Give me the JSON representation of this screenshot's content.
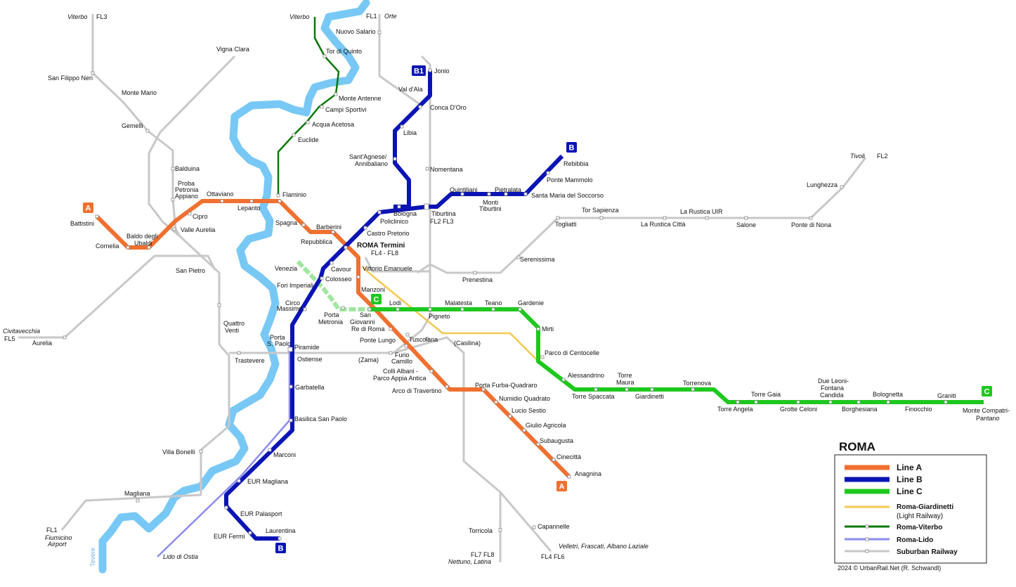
{
  "map": {
    "title": "ROMA",
    "credit": "2024 © UrbanRail.Net (R. Schwandl)",
    "river": "Tevere"
  },
  "legend": {
    "line_a": "Line A",
    "line_b": "Line B",
    "line_c": "Line C",
    "giardinetti": "Roma-Giardinetti",
    "giardinetti_sub": "(Light Railway)",
    "viterbo": "Roma-Viterbo",
    "lido": "Roma-Lido",
    "suburban": "Suburban Railway"
  },
  "colors": {
    "line_a": "#f07030",
    "line_b": "#0a14b4",
    "line_c": "#1ec81e",
    "giardinetti": "#f5c850",
    "viterbo": "#0a780a",
    "lido": "#8c8cf0",
    "suburban": "#c8c8c8",
    "river": "#78c8f5",
    "light_green": "#a0e6a0"
  },
  "badges": {
    "a_west": "A",
    "a_east": "A",
    "b_south": "B",
    "b_north": "B",
    "b1": "B1",
    "c_center": "C",
    "c_east": "C"
  },
  "terminal": {
    "name": "ROMA Termini",
    "sub": "FL4 - FL8"
  },
  "stations": [
    {
      "name": "Battistini"
    },
    {
      "name": "Cornelia"
    },
    {
      "name": "Baldo degli"
    },
    {
      "name": "Ubaldi"
    },
    {
      "name": "Valle Aurelia"
    },
    {
      "name": "Cipro"
    },
    {
      "name": "Ottaviano"
    },
    {
      "name": "Lepanto"
    },
    {
      "name": "Flaminio"
    },
    {
      "name": "Spagna"
    },
    {
      "name": "Barberini"
    },
    {
      "name": "Repubblica"
    },
    {
      "name": "Vittorio Emanuele"
    },
    {
      "name": "Manzoni"
    },
    {
      "name": "San"
    },
    {
      "name": "Giovanni"
    },
    {
      "name": "Re di Roma"
    },
    {
      "name": "Ponte Lungo"
    },
    {
      "name": "Furio"
    },
    {
      "name": "Camillo"
    },
    {
      "name": "Colli Albani -"
    },
    {
      "name": "Parco Appia Antica"
    },
    {
      "name": "Arco di Travertino"
    },
    {
      "name": "Porta Furba-Quadraro"
    },
    {
      "name": "Numidio Quadrato"
    },
    {
      "name": "Lucio Sestio"
    },
    {
      "name": "Giulio Agricola"
    },
    {
      "name": "Subaugusta"
    },
    {
      "name": "Cinecittà"
    },
    {
      "name": "Anagnina"
    },
    {
      "name": "Jonio"
    },
    {
      "name": "Val d'Ala"
    },
    {
      "name": "Conca D'Oro"
    },
    {
      "name": "Libia"
    },
    {
      "name": "Sant'Agnese/"
    },
    {
      "name": "Annibaliano"
    },
    {
      "name": "Nomentana"
    },
    {
      "name": "Bologna"
    },
    {
      "name": "Policlinico"
    },
    {
      "name": "Castro Pretorio"
    },
    {
      "name": "Tiburtina"
    },
    {
      "name": "FL2 FL3"
    },
    {
      "name": "Quintiliani"
    },
    {
      "name": "Monti"
    },
    {
      "name": "Tiburtini"
    },
    {
      "name": "Pietralata"
    },
    {
      "name": "Santa Maria del Soccorso"
    },
    {
      "name": "Ponte Mammolo"
    },
    {
      "name": "Rebibbia"
    },
    {
      "name": "Cavour"
    },
    {
      "name": "Colosseo"
    },
    {
      "name": "Circo"
    },
    {
      "name": "Massimo"
    },
    {
      "name": "Porta"
    },
    {
      "name": "S. Paolo"
    },
    {
      "name": "Piramide"
    },
    {
      "name": "Ostiense"
    },
    {
      "name": "Garbatella"
    },
    {
      "name": "Basilica San Paolo"
    },
    {
      "name": "Marconi"
    },
    {
      "name": "EUR Magliana"
    },
    {
      "name": "EUR Palasport"
    },
    {
      "name": "EUR Fermi"
    },
    {
      "name": "Laurentina"
    },
    {
      "name": "Venezia"
    },
    {
      "name": "Fori Imperiali"
    },
    {
      "name": "Porta"
    },
    {
      "name": "Metronia"
    },
    {
      "name": "Lodi"
    },
    {
      "name": "Pigneto"
    },
    {
      "name": "Malatesta"
    },
    {
      "name": "Teano"
    },
    {
      "name": "Gardenie"
    },
    {
      "name": "Mirti"
    },
    {
      "name": "Parco di Centocelle"
    },
    {
      "name": "Alessandrino"
    },
    {
      "name": "Torre Spaccata"
    },
    {
      "name": "Torre"
    },
    {
      "name": "Maura"
    },
    {
      "name": "Giardinetti"
    },
    {
      "name": "Torrenova"
    },
    {
      "name": "Torre Angela"
    },
    {
      "name": "Torre Gaia"
    },
    {
      "name": "Grotte Celoni"
    },
    {
      "name": "Due Leoni-"
    },
    {
      "name": "Fontana"
    },
    {
      "name": "Candida"
    },
    {
      "name": "Borghesiana"
    },
    {
      "name": "Bolognetta"
    },
    {
      "name": "Finocchio"
    },
    {
      "name": "Graniti"
    },
    {
      "name": "Monte Compatri-"
    },
    {
      "name": "Pantano"
    },
    {
      "name": "Tor di Quinto"
    },
    {
      "name": "Monte Antenne"
    },
    {
      "name": "Campi Sportivi"
    },
    {
      "name": "Acqua Acetosa"
    },
    {
      "name": "Euclide"
    },
    {
      "name": "Nuovo Salario"
    },
    {
      "name": "Monte Mario"
    },
    {
      "name": "Gemelli"
    },
    {
      "name": "Balduina"
    },
    {
      "name": "Proba"
    },
    {
      "name": "Petronia"
    },
    {
      "name": "Appiano"
    },
    {
      "name": "San Filippo Neri"
    },
    {
      "name": "Vigna Clara"
    },
    {
      "name": "San Pietro"
    },
    {
      "name": "Quattro"
    },
    {
      "name": "Venti"
    },
    {
      "name": "Aurelia"
    },
    {
      "name": "Trastevere"
    },
    {
      "name": "(Zama)"
    },
    {
      "name": "Tuscolana"
    },
    {
      "name": "(Casilina)"
    },
    {
      "name": "Villa Bonelli"
    },
    {
      "name": "Magliana"
    },
    {
      "name": "Torricola"
    },
    {
      "name": "Capannelle"
    },
    {
      "name": "Prenestina"
    },
    {
      "name": "Serenissima"
    },
    {
      "name": "Togliatti"
    },
    {
      "name": "Tor Sapienza"
    },
    {
      "name": "La Rustica Città"
    },
    {
      "name": "La Rustica UIR"
    },
    {
      "name": "Salone"
    },
    {
      "name": "Ponte di Nona"
    },
    {
      "name": "Lunghezza"
    }
  ],
  "destinations": [
    {
      "name": "Viterbo",
      "code": "FL3"
    },
    {
      "name": "Viterbo",
      "code": ""
    },
    {
      "name": "Orte",
      "code": "FL1"
    },
    {
      "name": "Tivoli",
      "code": "FL2"
    },
    {
      "name": "Civitavecchia",
      "code": "FL5"
    },
    {
      "name": "Fiumicino",
      "code": "FL1"
    },
    {
      "name": "Airport",
      "code": ""
    },
    {
      "name": "Lido di Ostia",
      "code": ""
    },
    {
      "name": "Nettuno, Latina",
      "code": "FL7 FL8"
    },
    {
      "name": "Velletri, Frascati, Albano Laziale",
      "code": "FL4 FL6"
    }
  ]
}
